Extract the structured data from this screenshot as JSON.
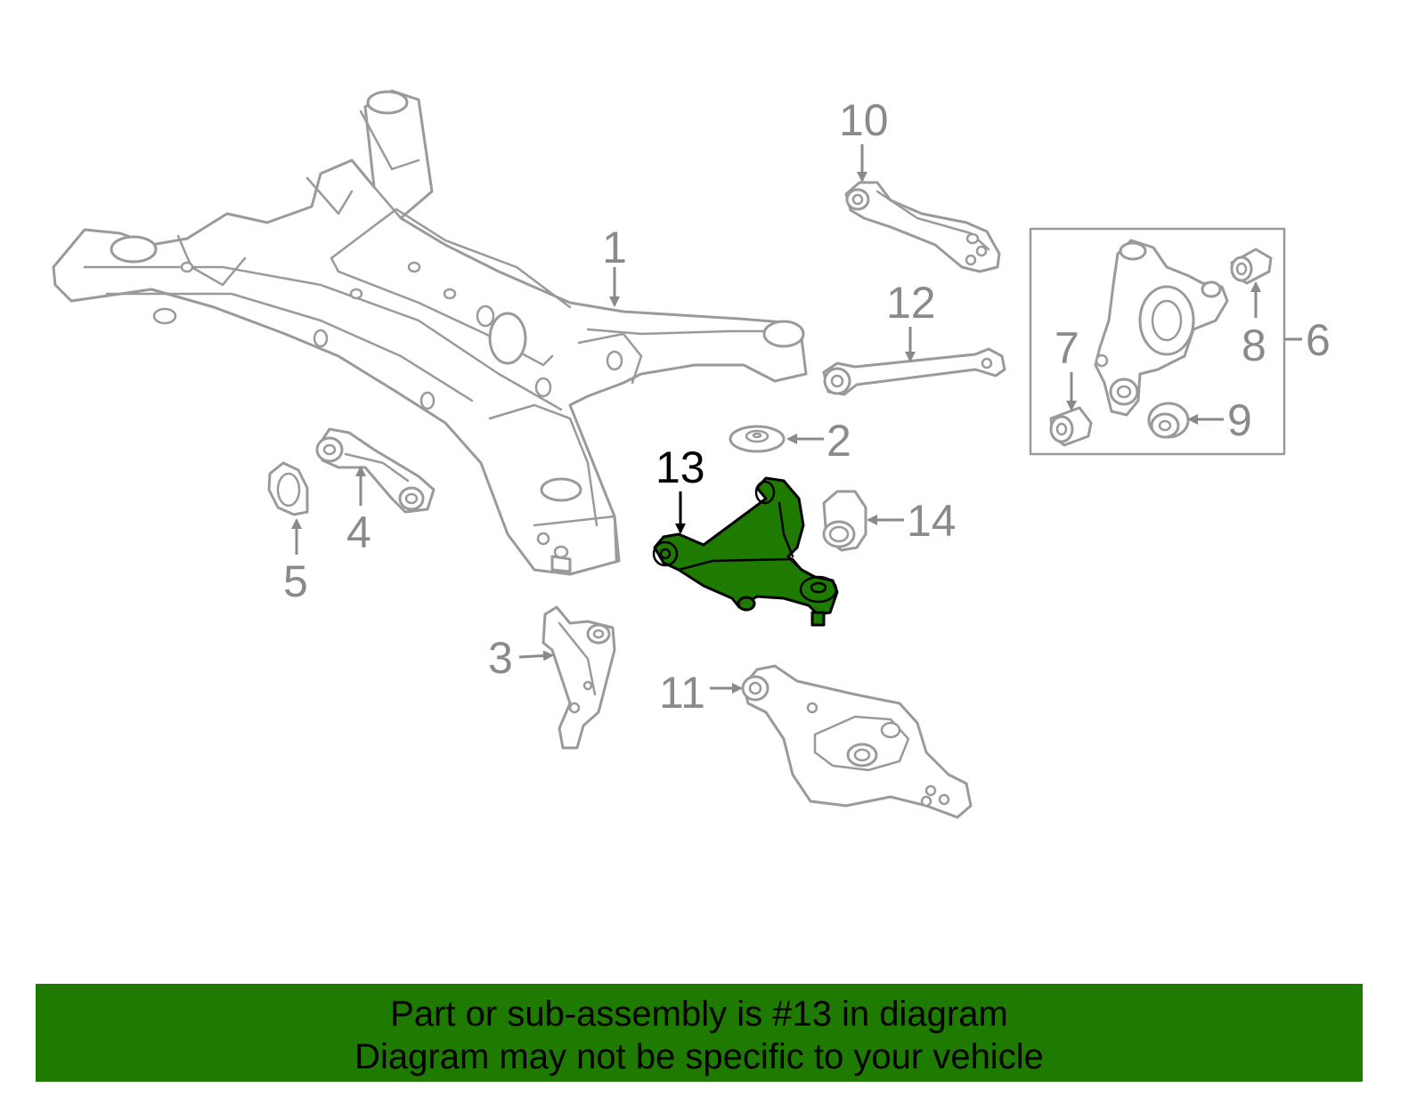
{
  "diagram": {
    "callouts": [
      "1",
      "2",
      "3",
      "4",
      "5",
      "6",
      "7",
      "8",
      "9",
      "10",
      "11",
      "12",
      "13",
      "14"
    ],
    "highlighted_part": "13",
    "colors": {
      "highlight": "#1f7a00",
      "outline": "#9a9a9a",
      "banner_background": "#1f7a00",
      "banner_text": "#000000"
    }
  },
  "banner": {
    "line1": "Part or sub-assembly is #13 in diagram",
    "line2": "Diagram may not be specific to your vehicle"
  }
}
